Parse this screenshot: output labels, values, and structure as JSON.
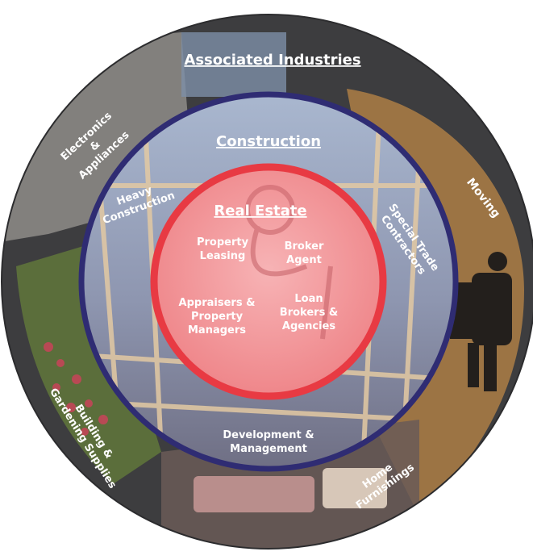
{
  "outer_ring": {
    "title": "Associated Industries",
    "segments": {
      "electronics_line1": "Electronics",
      "electronics_line2": "&",
      "electronics_line3": "Appliances",
      "moving": "Moving",
      "building_line1": "Building &",
      "building_line2": "Gardening Supplies",
      "home_line1": "Home",
      "home_line2": "Furnishings"
    }
  },
  "middle_ring": {
    "title": "Construction",
    "segments": {
      "heavy_line1": "Heavy",
      "heavy_line2": "Construction",
      "special_line1": "Special Trade",
      "special_line2": "Contractors",
      "development_line1": "Development &",
      "development_line2": "Management"
    }
  },
  "inner_circle": {
    "title": "Real Estate",
    "items": {
      "property_leasing_line1": "Property",
      "property_leasing_line2": "Leasing",
      "broker_line1": "Broker",
      "broker_line2": "Agent",
      "appraisers_line1": "Appraisers &",
      "appraisers_line2": "Property",
      "appraisers_line3": "Managers",
      "loan_line1": "Loan",
      "loan_line2": "Brokers &",
      "loan_line3": "Agencies"
    }
  },
  "colors": {
    "outer_ring": "#3d3d3f",
    "outer_panel_brown": "#9c7444",
    "outer_panel_gray": "#8a8784",
    "outer_panel_green": "#5b6e3b",
    "middle_ring_border": "#2f2c73",
    "middle_fill": "#8d98b4",
    "inner_border": "#e83a43",
    "inner_fill": "#f08b8f"
  }
}
